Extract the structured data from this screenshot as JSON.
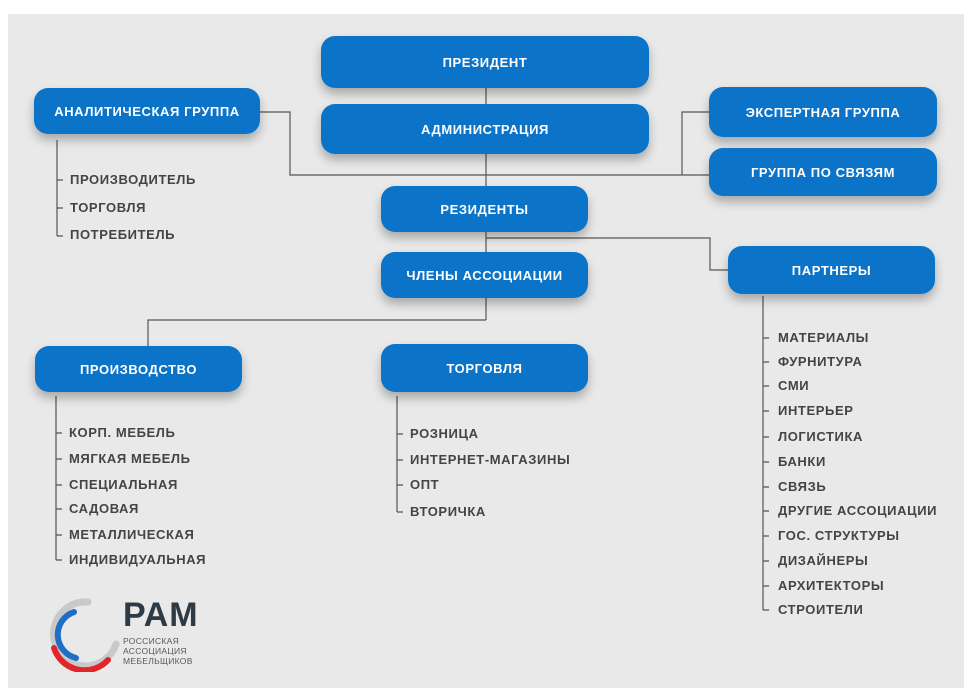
{
  "boxes": {
    "president": "ПРЕЗИДЕНТ",
    "administration": "АДМИНИСТРАЦИЯ",
    "analytic_group": "АНАЛИТИЧЕСКАЯ ГРУППА",
    "expert_group": "ЭКСПЕРТНАЯ ГРУППА",
    "relations_group": "ГРУППА ПО СВЯЗЯМ",
    "residents": "РЕЗИДЕНТЫ",
    "members": "ЧЛЕНЫ АССОЦИАЦИИ",
    "partners": "ПАРТНЕРЫ",
    "production": "ПРОИЗВОДСТВО",
    "trade": "ТОРГОВЛЯ"
  },
  "analytic_items": [
    "ПРОИЗВОДИТЕЛЬ",
    "ТОРГОВЛЯ",
    "ПОТРЕБИТЕЛЬ"
  ],
  "production_items": [
    "КОРП. МЕБЕЛЬ",
    "МЯГКАЯ МЕБЕЛЬ",
    "СПЕЦИАЛЬНАЯ",
    "САДОВАЯ",
    "МЕТАЛЛИЧЕСКАЯ",
    "ИНДИВИДУАЛЬНАЯ"
  ],
  "trade_items": [
    "РОЗНИЦА",
    "ИНТЕРНЕТ-МАГАЗИНЫ",
    "ОПТ",
    "ВТОРИЧКА"
  ],
  "partner_items": [
    "МАТЕРИАЛЫ",
    "ФУРНИТУРА",
    "СМИ",
    "ИНТЕРЬЕР",
    "ЛОГИСТИКА",
    "БАНКИ",
    "СВЯЗЬ",
    "ДРУГИЕ АССОЦИАЦИИ",
    "ГОС.  СТРУКТУРЫ",
    "ДИЗАЙНЕРЫ",
    "АРХИТЕКТОРЫ",
    "СТРОИТЕЛИ"
  ],
  "logo": {
    "title": "РАМ",
    "line1": "РОССИСКАЯ",
    "line2": "АССОЦИАЦИЯ",
    "line3": "МЕБЕЛЬЩИКОВ"
  },
  "colors": {
    "box": "#0b74c8",
    "background": "#e9e9e9",
    "text": "#444444",
    "line": "#555555"
  }
}
